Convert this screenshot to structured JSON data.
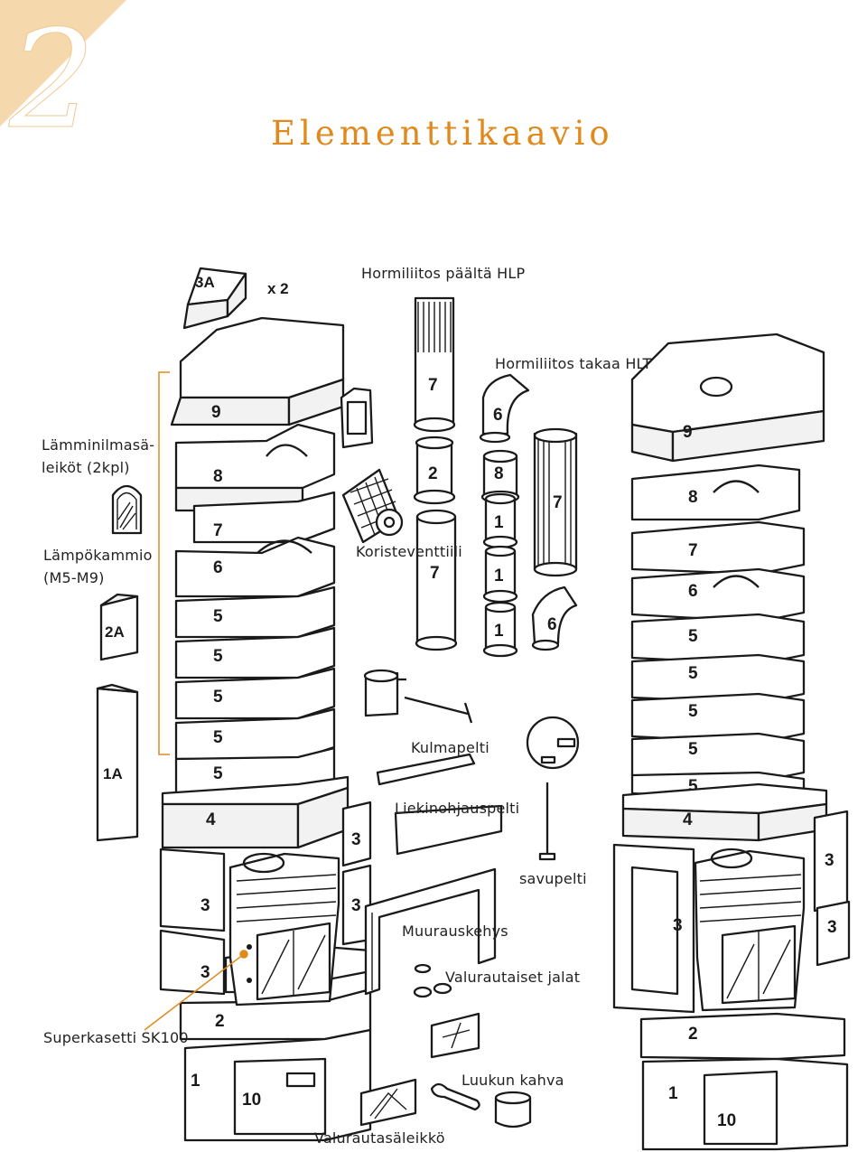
{
  "header": {
    "chapter_number": "2",
    "title": "Elementtikaavio",
    "accent_color": "#e08a1e",
    "chapter_color": "#f6d8ad"
  },
  "labels": {
    "hlp": "Hormiliitos päältä HLP",
    "hlt": "Hormiliitos takaa HLT",
    "lamminilma_1": "Lämminilmasä-",
    "lamminilma_2": "leiköt (2kpl)",
    "lampokammio_1": "Lämpökammio",
    "lampokammio_2": "(M5-M9)",
    "koristeventtiili": "Koristeventtiili",
    "kulmapelti": "Kulmapelti",
    "liekinohjauspelti": "Liekinohjauspelti",
    "savupelti": "savupelti",
    "muurauskehys": "Muurauskehys",
    "valurautaiset_jalat": "Valurautaiset jalat",
    "superkasetti": "Superkasetti SK100",
    "luukun_kahva": "Luukun kahva",
    "valurautasaleikko": "Valurautasäleikkö"
  },
  "parts": {
    "p3A": "3A",
    "times2": "x 2",
    "p2A": "2A",
    "p1A": "1A",
    "left_stack": [
      "9",
      "8",
      "7",
      "6",
      "5",
      "5",
      "5",
      "5",
      "5",
      "4",
      "3",
      "3",
      "3",
      "3",
      "2",
      "1",
      "10"
    ],
    "right_stack": [
      "9",
      "8",
      "7",
      "6",
      "5",
      "5",
      "5",
      "5",
      "5",
      "4",
      "3",
      "3",
      "3",
      "2",
      "1",
      "10"
    ],
    "flue_col1": [
      "7",
      "2",
      "7"
    ],
    "flue_col2": [
      "6",
      "8",
      "1",
      "1",
      "1"
    ],
    "flue_col3": [
      "7",
      "6"
    ]
  }
}
